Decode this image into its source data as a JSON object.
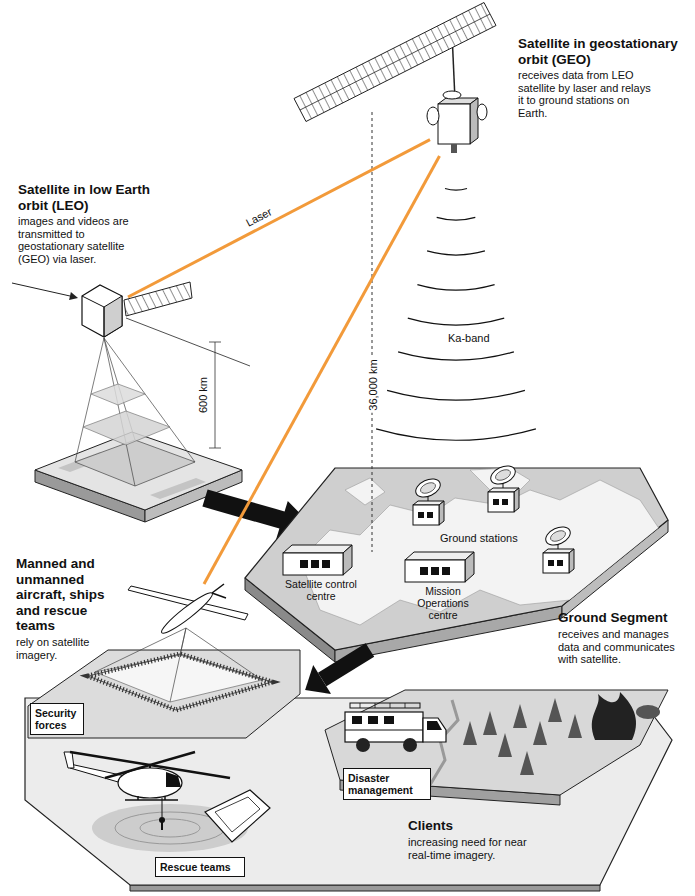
{
  "diagram": {
    "nodes": [
      {
        "text": [
          "Satellite in geostationary orbit (GEO)",
          "receives data from LEO satellite by laser and relays it to ground stations on Earth."
        ]
      },
      {
        "text": [
          "Satellite in low Earth orbit (LEO)",
          "images and videos are transmitted to geostationary satellite (GEO) via laser."
        ]
      },
      {
        "text": [
          "Ground Segment",
          "receives and manages data and communicates with satellite."
        ]
      },
      {
        "text": [
          "Ground stations"
        ],
        "in": 2
      },
      {
        "text": [
          "Satellite control centre"
        ],
        "in": 2
      },
      {
        "text": [
          "Mission Operations centre"
        ],
        "in": 2
      },
      {
        "text": [
          "Manned and unmanned aircraft, ships and rescue teams",
          "rely on satellite imagery."
        ]
      },
      {
        "text": [
          "Clients",
          "increasing need for near real-time imagery."
        ]
      },
      {
        "text": [
          "Security forces"
        ],
        "in": 7
      },
      {
        "text": [
          "Disaster management"
        ],
        "in": 7
      },
      {
        "text": [
          "Rescue teams"
        ],
        "in": 7
      }
    ],
    "edges": [
      {
        "from": 1,
        "to": 0,
        "label": "Laser",
        "arrow": "none"
      },
      {
        "from": 0,
        "to": 6,
        "arrow": "none"
      },
      {
        "from": 2,
        "to": 7,
        "arrow": "to"
      }
    ],
    "labels": [
      "Ka-band",
      "36,000 km",
      "600 km"
    ]
  }
}
